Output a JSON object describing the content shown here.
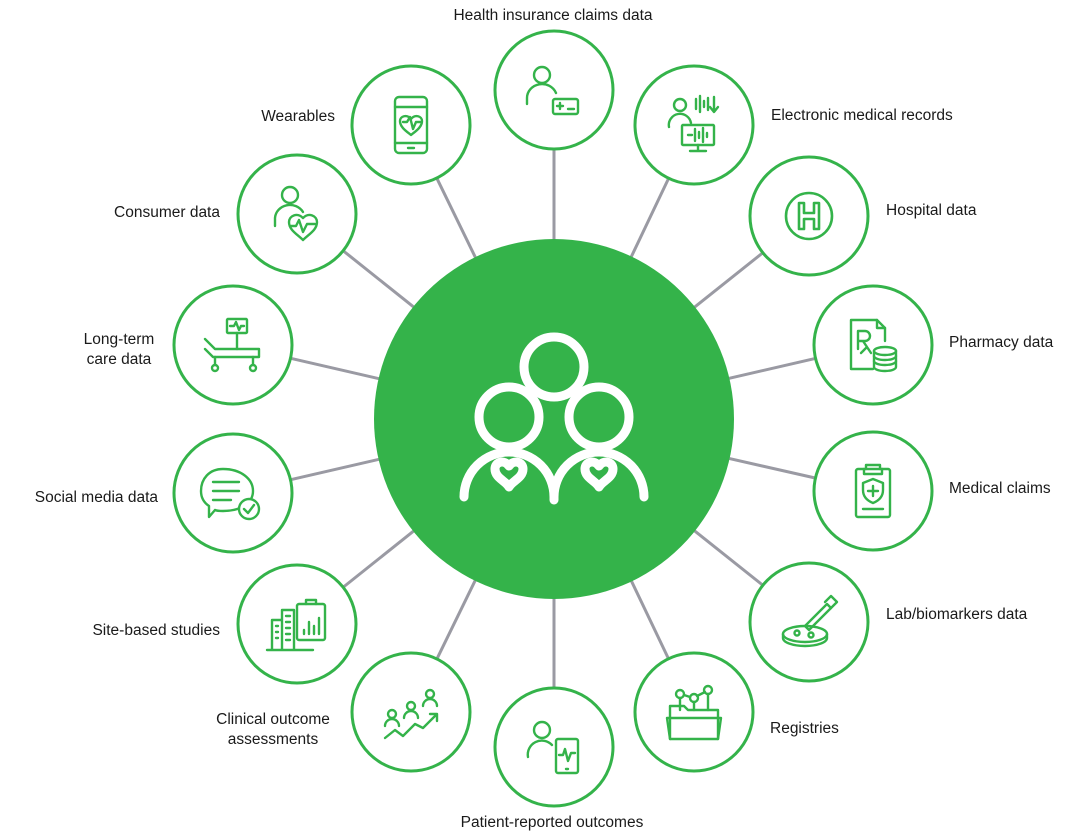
{
  "colors": {
    "accent": "#34b34a",
    "spoke": "#9a9aa3",
    "node_fill": "#ffffff"
  },
  "center": {
    "icon": "family-hearts-icon"
  },
  "nodes": [
    {
      "id": "health-insurance-claims",
      "label": "Health insurance claims data",
      "icon": "patient-card-icon"
    },
    {
      "id": "electronic-medical-records",
      "label": "Electronic medical records",
      "icon": "patient-monitor-icon"
    },
    {
      "id": "hospital",
      "label": "Hospital data",
      "icon": "hospital-sign-icon"
    },
    {
      "id": "pharmacy",
      "label": "Pharmacy data",
      "icon": "prescription-coins-icon"
    },
    {
      "id": "medical-claims",
      "label": "Medical claims",
      "icon": "clipboard-shield-icon"
    },
    {
      "id": "lab-biomarkers",
      "label": "Lab/biomarkers data",
      "icon": "petri-dish-dropper-icon"
    },
    {
      "id": "registries",
      "label": "Registries",
      "icon": "folder-network-icon"
    },
    {
      "id": "patient-reported-outcomes",
      "label": "Patient-reported outcomes",
      "icon": "patient-tablet-icon"
    },
    {
      "id": "clinical-outcome-assessments",
      "label": "Clinical outcome assessments",
      "label_lines": [
        "Clinical outcome",
        "assessments"
      ],
      "icon": "people-rising-chart-icon"
    },
    {
      "id": "site-based-studies",
      "label": "Site-based studies",
      "icon": "buildings-clipboard-icon"
    },
    {
      "id": "social-media",
      "label": "Social media data",
      "icon": "chat-check-icon"
    },
    {
      "id": "long-term-care",
      "label": "Long-term care data",
      "label_lines": [
        "Long-term",
        "care data"
      ],
      "icon": "care-bed-monitor-icon"
    },
    {
      "id": "consumer",
      "label": "Consumer data",
      "icon": "person-heart-icon"
    },
    {
      "id": "wearables",
      "label": "Wearables",
      "icon": "phone-heart-icon"
    }
  ]
}
